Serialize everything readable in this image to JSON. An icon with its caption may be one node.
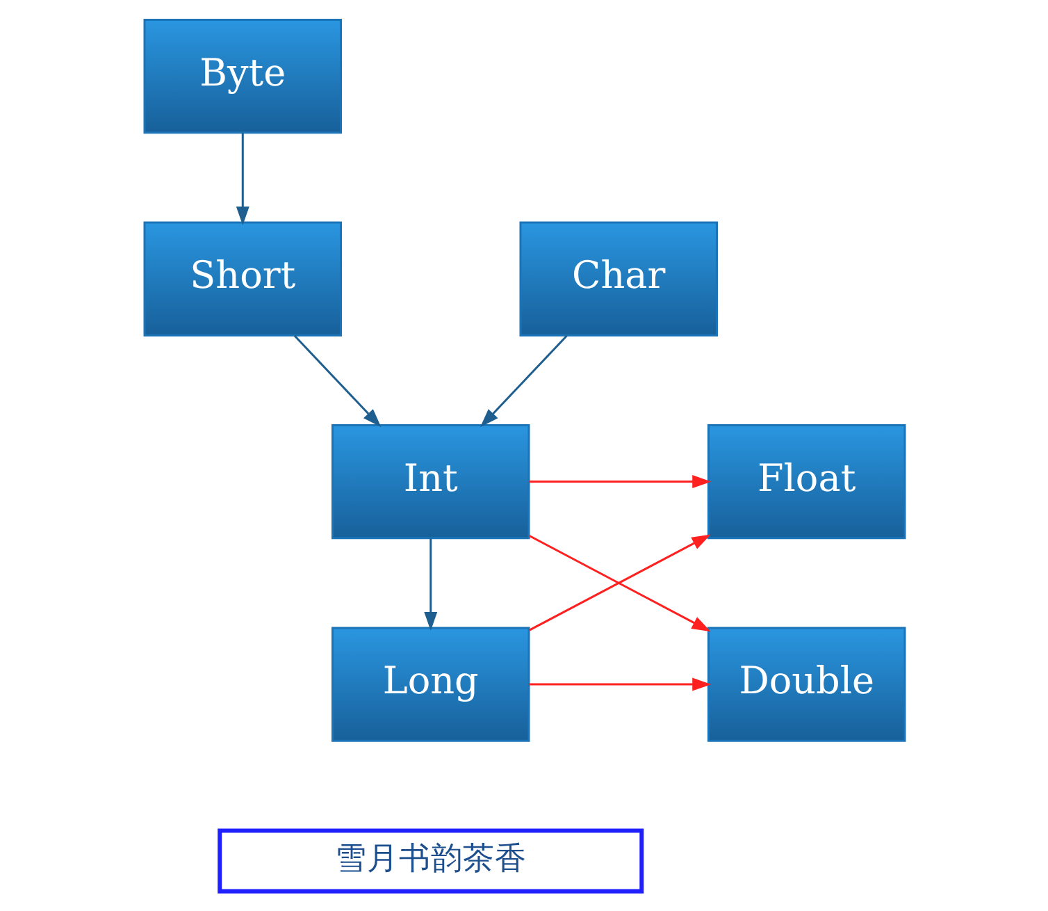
{
  "diagram": {
    "nodes": [
      {
        "text": [
          "Byte"
        ]
      },
      {
        "text": [
          "Short"
        ]
      },
      {
        "text": [
          "Char"
        ]
      },
      {
        "text": [
          "Int"
        ]
      },
      {
        "text": [
          "Long"
        ]
      },
      {
        "text": [
          "Float"
        ]
      },
      {
        "text": [
          "Double"
        ]
      },
      {
        "text": [
          "雪月书韵茶香"
        ]
      }
    ],
    "edges": [
      {
        "from": 0,
        "to": 1,
        "arrow": "to"
      },
      {
        "from": 1,
        "to": 3,
        "arrow": "to"
      },
      {
        "from": 2,
        "to": 3,
        "arrow": "to"
      },
      {
        "from": 3,
        "to": 4,
        "arrow": "to"
      },
      {
        "from": 3,
        "to": 5,
        "arrow": "to",
        "color": "#ff2020"
      },
      {
        "from": 3,
        "to": 6,
        "arrow": "to",
        "color": "#ff2020"
      },
      {
        "from": 4,
        "to": 5,
        "arrow": "to",
        "color": "#ff2020"
      },
      {
        "from": 4,
        "to": 6,
        "arrow": "to",
        "color": "#ff2020"
      }
    ]
  }
}
